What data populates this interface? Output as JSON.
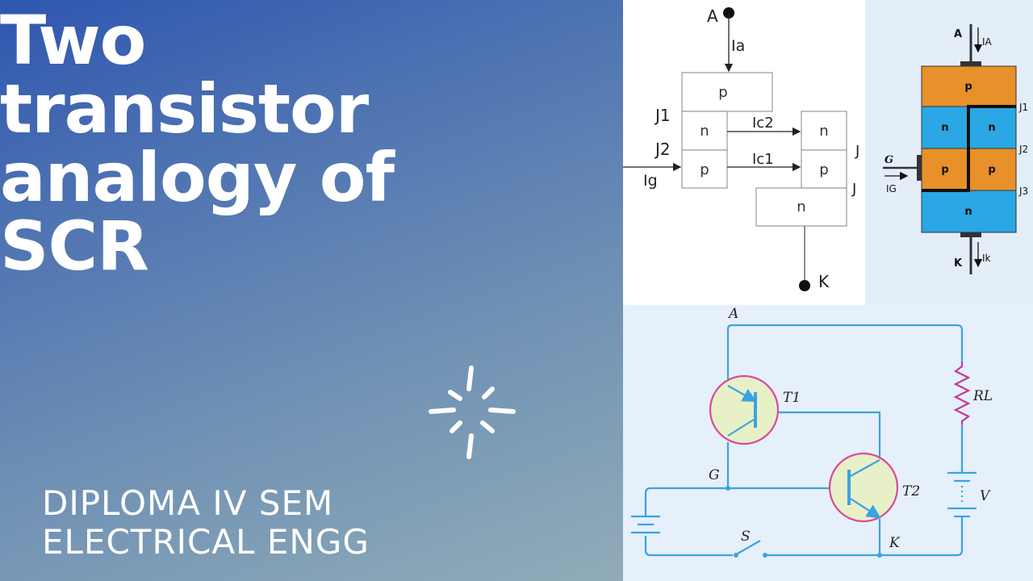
{
  "title": {
    "line1": "Two",
    "line2": "transistor",
    "line3": "analogy of",
    "line4": "SCR"
  },
  "subtitle": {
    "line1": "DIPLOMA IV SEM",
    "line2": "ELECTRICAL ENGG"
  },
  "colors": {
    "gradient_start": "#2f56b0",
    "gradient_end": "#91acb8",
    "p_layer": "#e8902a",
    "n_layer": "#2aa7e4",
    "wire": "#3ba3e0",
    "transistor_fill": "#e8f0c8",
    "transistor_ring": "#d94a9a",
    "resistor": "#c23a9a"
  },
  "diagram_two_transistor": {
    "anode": "A",
    "cathode": "K",
    "ia": "Ia",
    "ig": "Ig",
    "ic2": "Ic2",
    "ic1": "Ic1",
    "j1": "J1",
    "j2": "J2",
    "j_right1": "J",
    "j_right2": "J",
    "left_layers": [
      "p",
      "n",
      "p"
    ],
    "right_layers": [
      "n",
      "p",
      "n"
    ]
  },
  "diagram_scr_structure": {
    "anode": "A",
    "anode_current": "IA",
    "gate": "G",
    "gate_current": "IG",
    "cathode": "K",
    "cathode_current": "Ik",
    "layers": [
      "p",
      "n",
      "n",
      "p",
      "p",
      "n"
    ],
    "junctions": [
      "J1",
      "J2",
      "J3"
    ]
  },
  "diagram_circuit": {
    "anode": "A",
    "gate": "G",
    "cathode": "K",
    "t1": "T1",
    "t2": "T2",
    "load": "RL",
    "supply": "V",
    "switch": "S"
  },
  "sparkle_icon": "sparkle-icon"
}
